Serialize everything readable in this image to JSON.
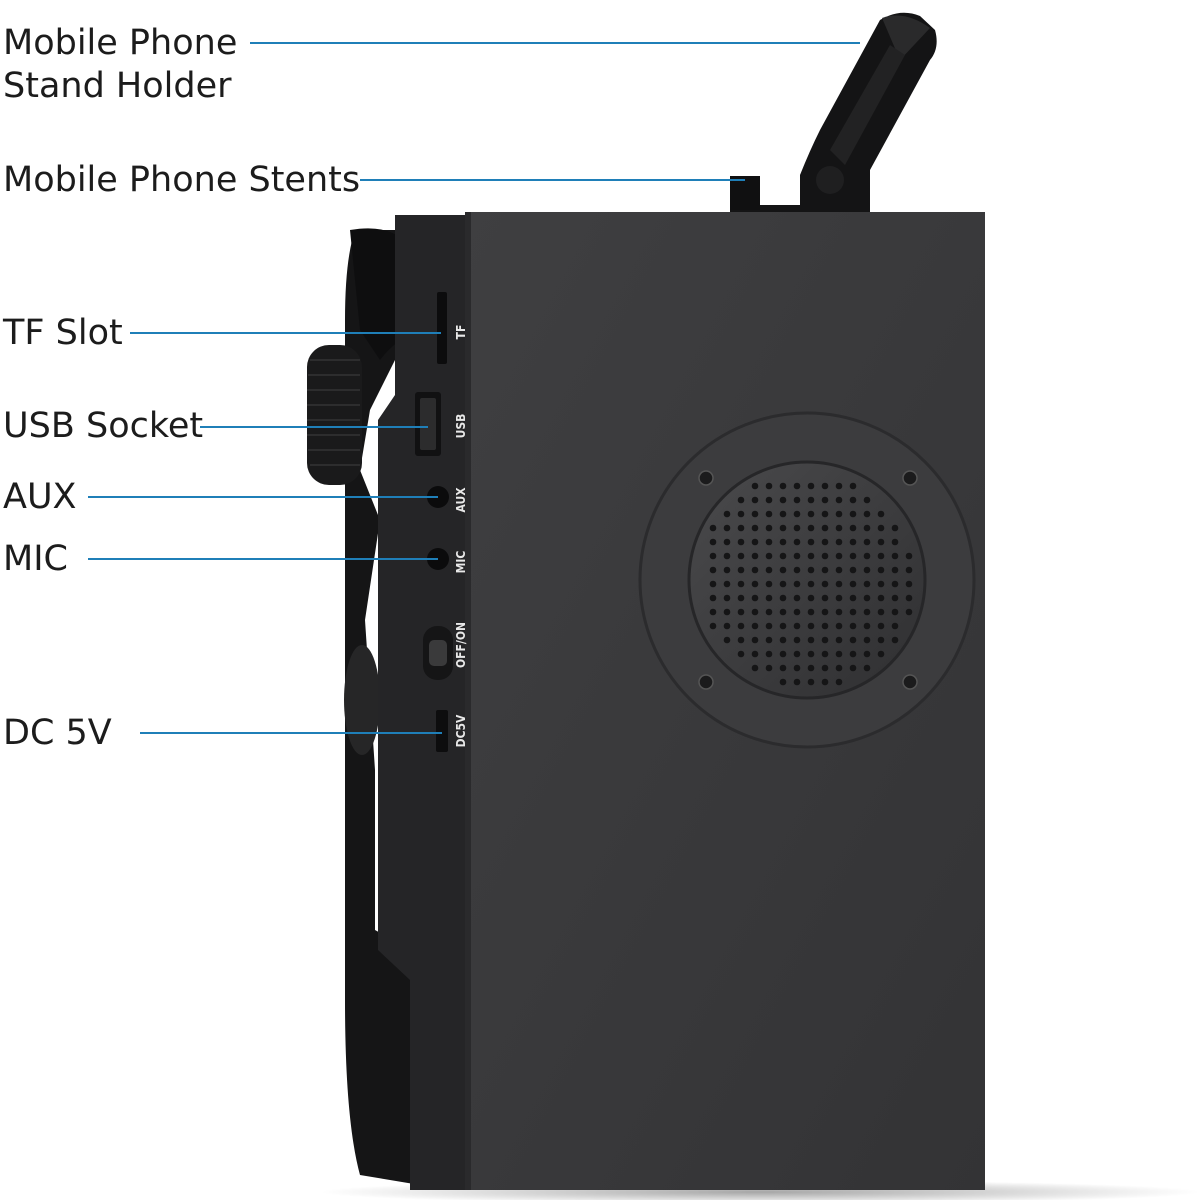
{
  "labels": {
    "stand_holder_line1": "Mobile Phone",
    "stand_holder_line2": "Stand Holder",
    "stents": "Mobile Phone Stents",
    "tf_slot": "TF Slot",
    "usb_socket": "USB Socket",
    "aux": "AUX",
    "mic": "MIC",
    "dc": "DC 5V"
  },
  "port_markings": {
    "tf": "TF",
    "usb": "USB",
    "aux": "AUX",
    "mic": "MIC",
    "power": "OFF/ON",
    "dc": "DC5V"
  },
  "colors": {
    "callout_line": "#1f7fb8",
    "body": "#3a3a3c",
    "body_dark": "#1e1e20",
    "background": "#ffffff"
  }
}
